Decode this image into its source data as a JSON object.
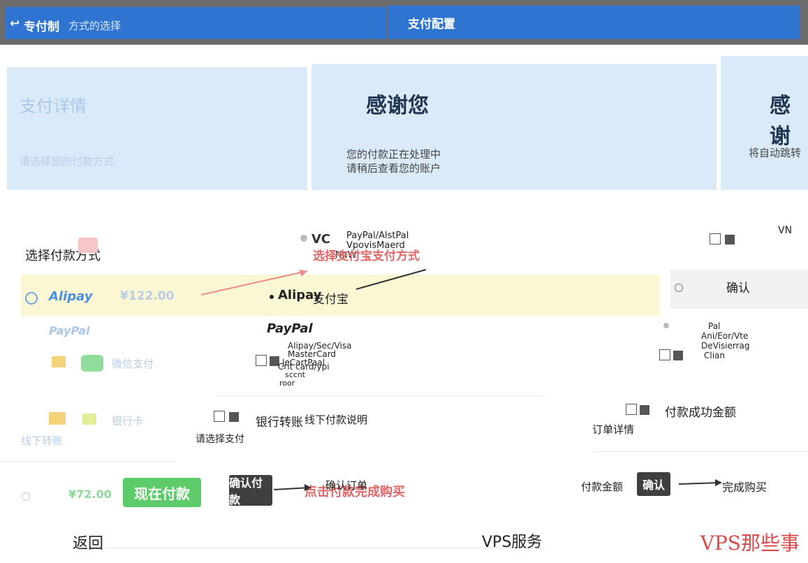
{
  "header": {
    "left_title": "专付制",
    "left_subtitle": "方式的选择",
    "right_title": "支付配置",
    "back_icon": "back-arrow-icon"
  },
  "panels": {
    "left": {
      "title": "支付详情",
      "subtitle": "请选择您的付款方式"
    },
    "middle": {
      "title": "感谢您",
      "line1": "您的付款正在处理中",
      "line2": "请稍后查看您的账户"
    },
    "right": {
      "title": "感谢",
      "subtitle": "将自动跳转"
    }
  },
  "methods": {
    "section_label": "选择付款方式",
    "alipay_logo": "Alipay",
    "alipay_amount": "¥122.00",
    "paypal_logo": "PayPal",
    "wechat_label": "微信支付",
    "card_label": "银行卡",
    "bank_label": "线下转账"
  },
  "middle_list": {
    "item1_a": "PayPal/AlstPal",
    "item1_b": "VpovisMaerd",
    "item1_c": "NaW",
    "annotation_red": "选择支付宝支付方式",
    "selected_label": "Alipay",
    "selected_suffix": "支付宝",
    "paypal_label": "PayPal",
    "paypal_sub1": "Alipay/Sec/Visa",
    "paypal_sub2": "MasterCard",
    "paypal_sub3": "JeCartPaal",
    "paypal_sub4": "Crit card/ypi",
    "paypal_sub5": "sccnt",
    "paypal_sub6": "roor",
    "bank_label": "银行转账",
    "bank_note": "线下付款说明",
    "bank_extra": "请选择支付"
  },
  "right_list": {
    "item1": "VN",
    "item2": "确认",
    "item3_a": "Pal",
    "item3_b": "Ani/Eor/Vte",
    "item3_c": "DeVisierrag",
    "item3_d": "Clian",
    "item4": "付款成功金额",
    "item5": "订单详情"
  },
  "footer": {
    "price": "¥72.00",
    "pay_now": "现在付款",
    "confirm_btn": "确认付款",
    "red_note": "点击付款完成购买",
    "mid_label": "确认订单",
    "right_label": "付款金额",
    "right_btn": "确认",
    "right_note": "完成购买",
    "bottom_left": "返回",
    "bottom_mid": "VPS服务"
  },
  "watermark": "VPS那些事",
  "colors": {
    "header_blue": "#2f74d0",
    "panel_blue": "#dbeaf8",
    "highlight_yellow": "#fbf7d4",
    "pay_green": "#5ecb6b",
    "annotation_red": "#e06666"
  }
}
